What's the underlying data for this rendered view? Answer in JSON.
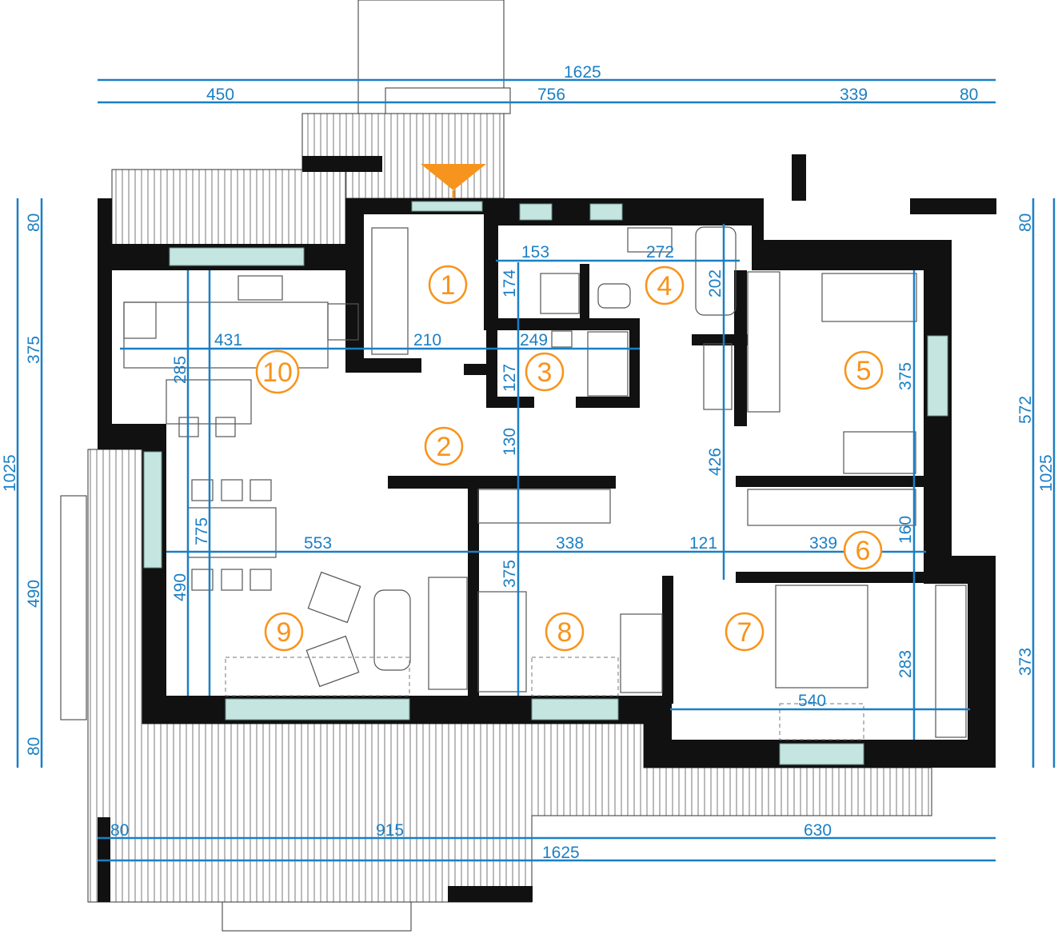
{
  "colors": {
    "dimension": "#1b7fc4",
    "room_marker": "#f7941d",
    "wall": "#111111",
    "window": "#c5e6e0"
  },
  "dimensions": {
    "top_total": "1625",
    "top_segments": [
      "450",
      "756",
      "339",
      "80"
    ],
    "bottom_segments": [
      "80",
      "915",
      "630"
    ],
    "bottom_total": "1625",
    "left_total": "1025",
    "left_segments": [
      "80",
      "375",
      "490",
      "80"
    ],
    "right_total": "1025",
    "right_segments": [
      "80",
      "572",
      "373"
    ],
    "interior": {
      "bath4_left": "153",
      "bath4_right": "272",
      "bath4_height_left": "174",
      "bath4_height_right": "202",
      "kitchen_width": "431",
      "hall_width": "210",
      "bath3_width": "249",
      "bath3_height": "127",
      "kitchen_height": "285",
      "hall_height": "130",
      "corridor_height": "426",
      "living_width": "553",
      "room8_width": "338",
      "corridor_width": "121",
      "room6_width": "339",
      "room6_height": "160",
      "room5_height": "375",
      "living_height": "775",
      "living_lower": "490",
      "room8_height": "375",
      "room7_width": "540",
      "room7_height": "283"
    }
  },
  "rooms": [
    "1",
    "2",
    "3",
    "4",
    "5",
    "6",
    "7",
    "8",
    "9",
    "10"
  ],
  "icons": [
    "entrance-arrow-icon"
  ]
}
